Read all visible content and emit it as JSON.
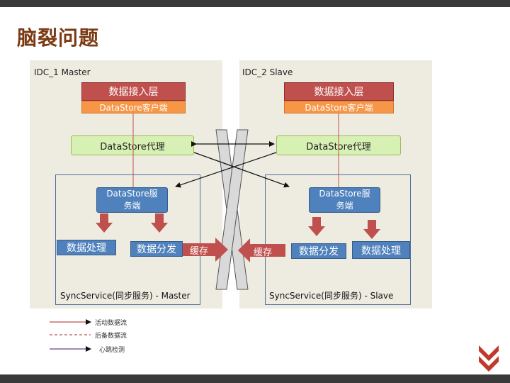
{
  "title": "脑裂问题",
  "left": {
    "panel_label": "IDC_1 Master",
    "layer": "数据接入层",
    "client": "DataStore客户端",
    "proxy": "DataStore代理",
    "service_line1": "DataStore服",
    "service_line2": "务端",
    "process": "数据处理",
    "distribute": "数据分发",
    "cache": "缓存",
    "sync_label": "SyncService(同步服务) - Master"
  },
  "right": {
    "panel_label": "IDC_2 Slave",
    "layer": "数据接入层",
    "client": "DataStore客户端",
    "proxy": "DataStore代理",
    "service_line1": "DataStore服",
    "service_line2": "务端",
    "distribute": "数据分发",
    "process": "数据处理",
    "cache": "缓存",
    "sync_label": "SyncService(同步服务) - Slave"
  },
  "legend": [
    {
      "label": "活动数据流",
      "color": "#c0504d",
      "style": "solid"
    },
    {
      "label": "后备数据流",
      "color": "#c0504d",
      "style": "dashed"
    },
    {
      "label": "心跳检测",
      "color": "#8064a2",
      "style": "solid"
    }
  ],
  "colors": {
    "title": "#7a3a12",
    "layer": "#c0504d",
    "client": "#f79646",
    "proxy": "#d7f0b4",
    "service": "#4f81bd",
    "panel": "#eeece1"
  },
  "icons": [
    "double-chevron-down-icon"
  ]
}
